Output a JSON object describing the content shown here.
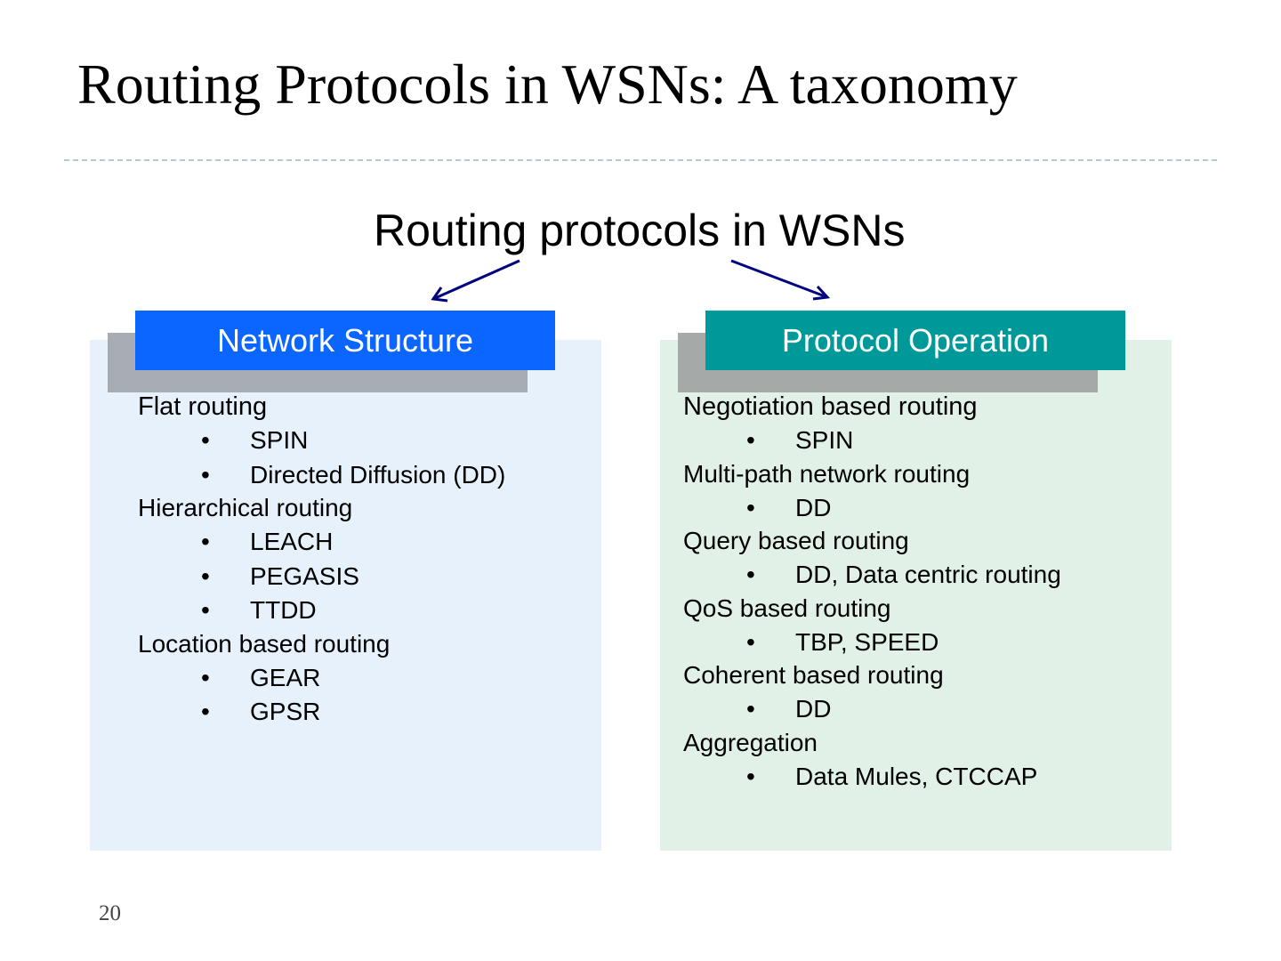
{
  "slide": {
    "title": "Routing Protocols in WSNs: A taxonomy",
    "page_number": "20"
  },
  "diagram": {
    "root": "Routing protocols in WSNs",
    "colors": {
      "arrow": "#000080",
      "network_header": "#0a66ff",
      "operation_header": "#009999",
      "network_panel": "#e7f1fc",
      "operation_panel": "#e1f1e8",
      "header_shadow": "#a8adb3"
    },
    "network_structure": {
      "header": "Network Structure",
      "groups": [
        {
          "title": "Flat routing",
          "items": [
            "SPIN",
            "Directed Diffusion (DD)"
          ]
        },
        {
          "title": "Hierarchical routing",
          "items": [
            "LEACH",
            "PEGASIS",
            "TTDD"
          ]
        },
        {
          "title": "Location based routing",
          "items": [
            "GEAR",
            "GPSR"
          ]
        }
      ]
    },
    "protocol_operation": {
      "header": "Protocol Operation",
      "groups": [
        {
          "title": "Negotiation based routing",
          "items": [
            "SPIN"
          ]
        },
        {
          "title": "Multi-path network routing",
          "items": [
            "DD"
          ]
        },
        {
          "title": "Query based routing",
          "items": [
            "DD, Data centric routing"
          ]
        },
        {
          "title": "QoS based routing",
          "items": [
            "TBP, SPEED"
          ]
        },
        {
          "title": "Coherent based routing",
          "items": [
            "DD"
          ]
        },
        {
          "title": "Aggregation",
          "items": [
            "Data Mules, CTCCAP"
          ]
        }
      ]
    }
  }
}
